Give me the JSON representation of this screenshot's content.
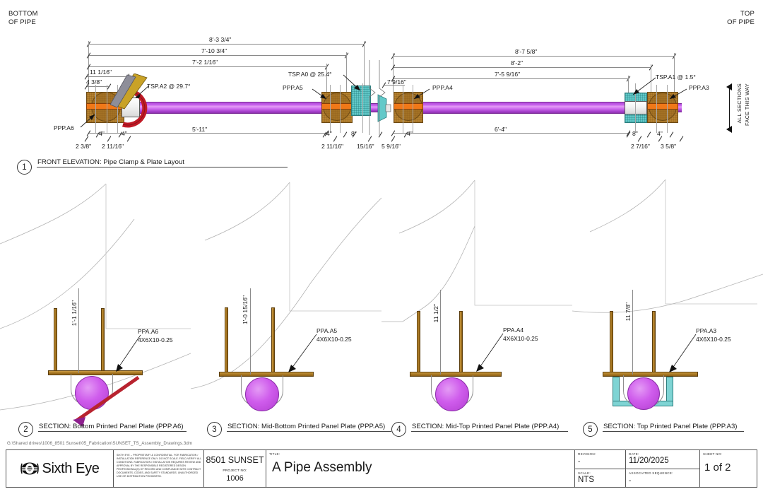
{
  "sheet": {
    "corner_labels": {
      "bottom_of_pipe": "BOTTOM\nOF PIPE",
      "bottom_of_pipe_l1": "BOTTOM",
      "bottom_of_pipe_l2": "OF PIPE",
      "top_of_pipe_l1": "TOP",
      "top_of_pipe_l2": "OF PIPE"
    },
    "orientation_note": "ALL SECTIONS\nFACE THIS WAY",
    "orientation_note_l1": "ALL SECTIONS",
    "orientation_note_l2": "FACE THIS WAY",
    "file_path": "G:\\Shared drives\\1006_8501 Sunset\\05_Fabrication\\SUNSET_TS_Assembly_Drawings.3dm"
  },
  "elevation": {
    "view_number": "1",
    "title": "FRONT ELEVATION: Pipe Clamp & Plate Layout",
    "top_dimensions_left": [
      "8'-3 3/4\"",
      "7'-10 3/4\"",
      "7'-2 1/16\""
    ],
    "top_dimensions_right": [
      "8'-7 5/8\"",
      "8'-2\"",
      "7'-5 9/16\""
    ],
    "bottom_dimension_left": "5'-11\"",
    "bottom_dimension_right": "6'-4\"",
    "small_dims_left": [
      "2 3/8\"",
      "4\"",
      "2 11/16\"",
      "4\""
    ],
    "small_dims_mid": [
      "4\"",
      "2 11/16\"",
      "8\"",
      "15/16\"",
      "5 9/16\"",
      "4\""
    ],
    "small_dims_right": [
      "8\"",
      "2 7/16\"",
      "4\"",
      "3 5/8\""
    ],
    "callouts": {
      "left_upper": "11 1/16\"",
      "left_lower": "4 3/8\"",
      "mid_joint": "7 9/16\""
    },
    "labels": {
      "tsp_a2": "TSP.A2 @ 29.7°",
      "tsp_a0": "TSP.A0 @ 25.4°",
      "tsp_a1": "TSP.A1 @ 1.5°",
      "ppp_a6": "PPP.A6",
      "ppp_a5": "PPP.A5",
      "ppp_a4": "PPP.A4",
      "ppp_a3": "PPP.A3"
    }
  },
  "sections": [
    {
      "number": "2",
      "title": "SECTION: Bottom Printed Panel Plate (PPP.A6)",
      "height_dim": "1'-1 1/16\"",
      "part_label": "PPA.A6",
      "part_spec": "4X6X10-0.25",
      "has_angled_brace": true,
      "has_teal_bracket": false
    },
    {
      "number": "3",
      "title": "SECTION: Mid-Bottom Printed Panel Plate (PPP.A5)",
      "height_dim": "1'-0 15/16\"",
      "part_label": "PPA.A5",
      "part_spec": "4X6X10-0.25",
      "has_angled_brace": false,
      "has_teal_bracket": false
    },
    {
      "number": "4",
      "title": "SECTION: Mid-Top Printed Panel Plate (PPP.A4)",
      "height_dim": "11 1/2\"",
      "part_label": "PPA.A4",
      "part_spec": "4X6X10-0.25",
      "has_angled_brace": false,
      "has_teal_bracket": false
    },
    {
      "number": "5",
      "title": "SECTION: Top Printed Panel Plate (PPP.A3)",
      "height_dim": "11 7/8\"",
      "part_label": "PPA.A3",
      "part_spec": "4X6X10-0.25",
      "has_angled_brace": false,
      "has_teal_bracket": true
    }
  ],
  "title_block": {
    "company": "Sixth Eye",
    "logo_icon": "eye-logo-icon",
    "legal_text": "SIXTH EYE -- PROPRIETARY & CONFIDENTIAL. FOR FABRICATION / INSTALLATION REFERENCE ONLY. DO NOT SCALE. FIELD-VERIFY ALL CONDITIONS. FABRICATION / INSTALLATION REQUIRES REVIEW AND APPROVAL BY THE RESPONSIBLE REGISTERED DESIGN PROFESSIONAL(S) OF RECORD AND COMPLIANCE WITH CONTRACT DOCUMENTS, CODES, AND SAFETY STANDARDS. UNAUTHORIZED USE OR DISTRIBUTION PROHIBITED.",
    "project_name": "8501 SUNSET",
    "project_no_label": "PROJECT NO:",
    "project_no": "1006",
    "title_label": "TITLE:",
    "title_value": "A Pipe Assembly",
    "revision_label": "REVISION:",
    "revision": "-",
    "scale_label": "SCALE:",
    "scale": "NTS",
    "date_label": "DATE:",
    "date": "11/20/2025",
    "assoc_seq_label": "ASSOCIATED SEQUENCE:",
    "assoc_seq": "-",
    "sheet_no_label": "SHEET NO:",
    "sheet_no": "1 of 2"
  },
  "colors": {
    "pipe": "#c158e8",
    "clamp": "#b4822f",
    "accent_orange": "#f07818",
    "teal": "#63c9c9",
    "brace_red": "#b8232f",
    "line": "#8a8a8a"
  }
}
